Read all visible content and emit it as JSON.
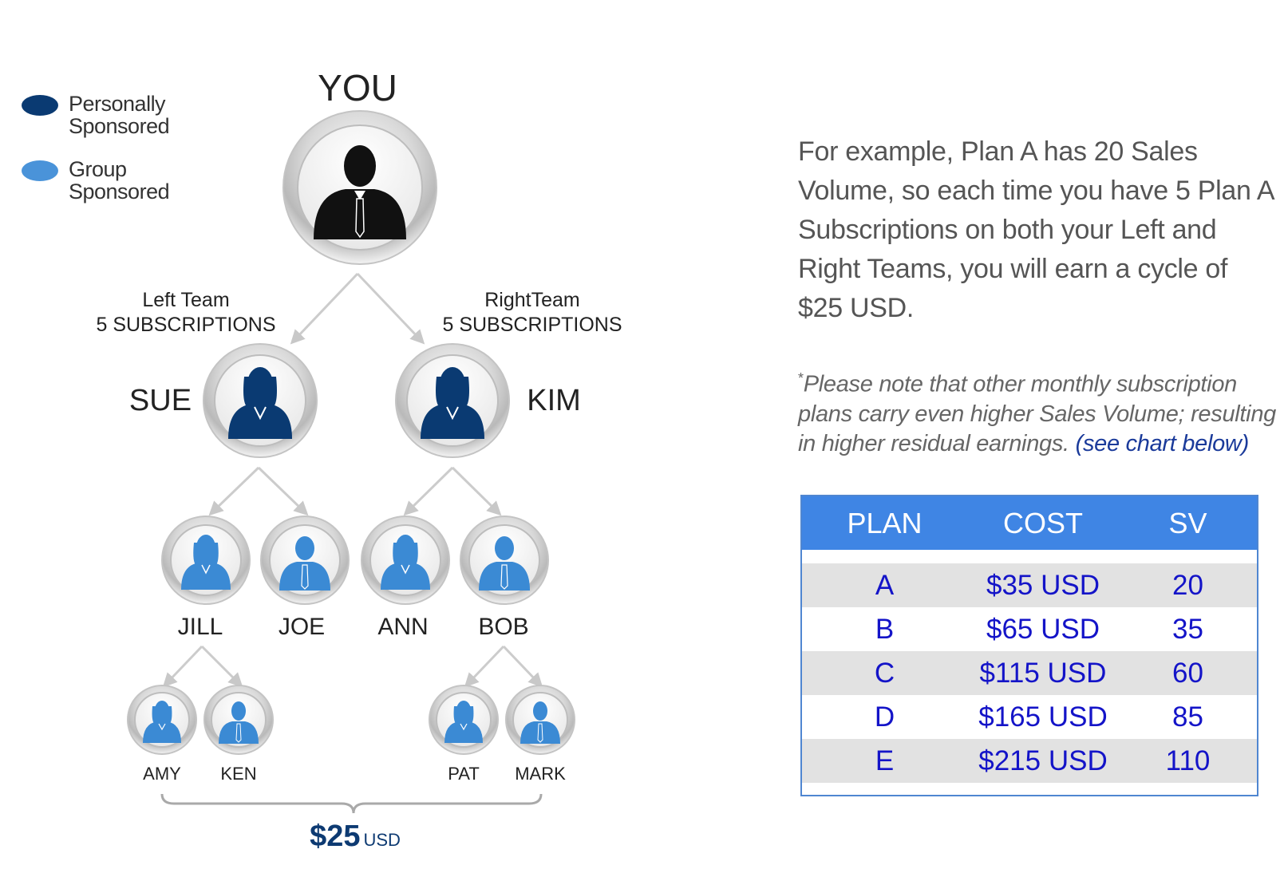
{
  "colors": {
    "personal": "#0a3a72",
    "group": "#3b8ad4",
    "header_blue": "#3f85e4",
    "table_text": "#1414c8",
    "price": "#0d3a72"
  },
  "legend": {
    "items": [
      {
        "line1": "Personally",
        "line2": "Sponsored",
        "color": "#0a3a72"
      },
      {
        "line1": "Group",
        "line2": "Sponsored",
        "color": "#4a93d9"
      }
    ]
  },
  "tree": {
    "root": "YOU",
    "left_team": {
      "title": "Left Team",
      "count": "5 SUBSCRIPTIONS"
    },
    "right_team": {
      "title": "RightTeam",
      "count": "5 SUBSCRIPTIONS"
    },
    "level1": [
      "SUE",
      "KIM"
    ],
    "level2": [
      "JILL",
      "JOE",
      "ANN",
      "BOB"
    ],
    "level3": [
      "AMY",
      "KEN",
      "PAT",
      "MARK"
    ],
    "cycle": {
      "amount": "$25",
      "unit": "USD"
    }
  },
  "description": {
    "paragraph": "For example, Plan A has 20 Sales Volume, so each time you have 5 Plan A Subscriptions on both your Left and Right Teams, you will earn a cycle of $25 USD.",
    "note_mark": "*",
    "note_text": "Please note that other monthly subscription plans carry even higher Sales Volume; resulting in higher residual earnings.",
    "note_link": "(see chart below)"
  },
  "table": {
    "headers": [
      "PLAN",
      "COST",
      "SV"
    ],
    "rows": [
      [
        "A",
        "$35 USD",
        "20"
      ],
      [
        "B",
        "$65 USD",
        "35"
      ],
      [
        "C",
        "$115 USD",
        "60"
      ],
      [
        "D",
        "$165 USD",
        "85"
      ],
      [
        "E",
        "$215 USD",
        "110"
      ]
    ]
  }
}
